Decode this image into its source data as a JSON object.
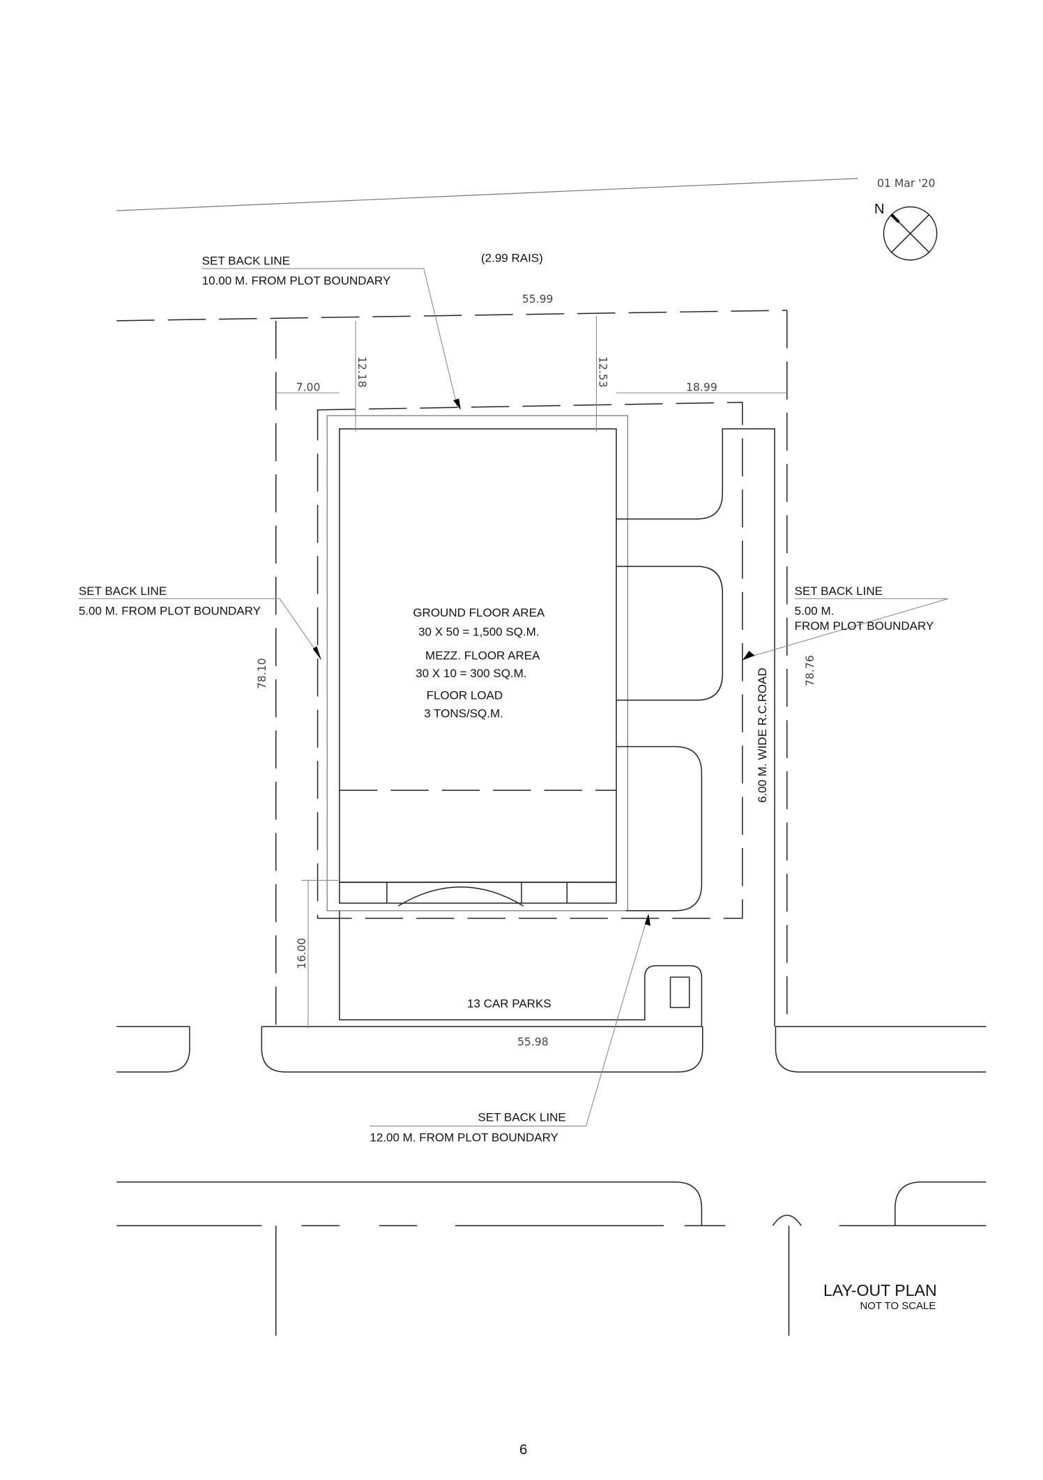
{
  "date": "01 Mar '20",
  "north_label": "N",
  "area_note": "(2.99 RAIS)",
  "setbacks": {
    "top": {
      "title": "SET BACK LINE",
      "detail": "10.00 M. FROM PLOT BOUNDARY"
    },
    "left": {
      "title": "SET BACK LINE",
      "detail": "5.00 M. FROM PLOT BOUNDARY"
    },
    "right": {
      "title": "SET BACK LINE",
      "detail1": "5.00 M.",
      "detail2": "FROM PLOT BOUNDARY"
    },
    "bottom": {
      "title": "SET BACK LINE",
      "detail": "12.00 M. FROM PLOT BOUNDARY"
    }
  },
  "dimensions": {
    "top_width": "55.99",
    "bottom_width": "55.98",
    "left_setback": "7.00",
    "right_setback": "18.99",
    "top_left_setback": "12.18",
    "top_right_setback": "12.53",
    "left_depth": "78.10",
    "right_depth": "78.76",
    "front_setback": "16.00"
  },
  "building": {
    "ground_title": "GROUND FLOOR AREA",
    "ground_value": "30 X 50 = 1,500 SQ.M.",
    "mezz_title": "MEZZ. FLOOR AREA",
    "mezz_value": "30 X 10 = 300 SQ.M.",
    "load_title": "FLOOR LOAD",
    "load_value": "3 TONS/SQ.M."
  },
  "road_label": "6.00 M. WIDE R.C.ROAD",
  "car_parks": "13 CAR PARKS",
  "plan_title": "LAY-OUT PLAN",
  "plan_subtitle": "NOT TO SCALE",
  "page_number": "6"
}
